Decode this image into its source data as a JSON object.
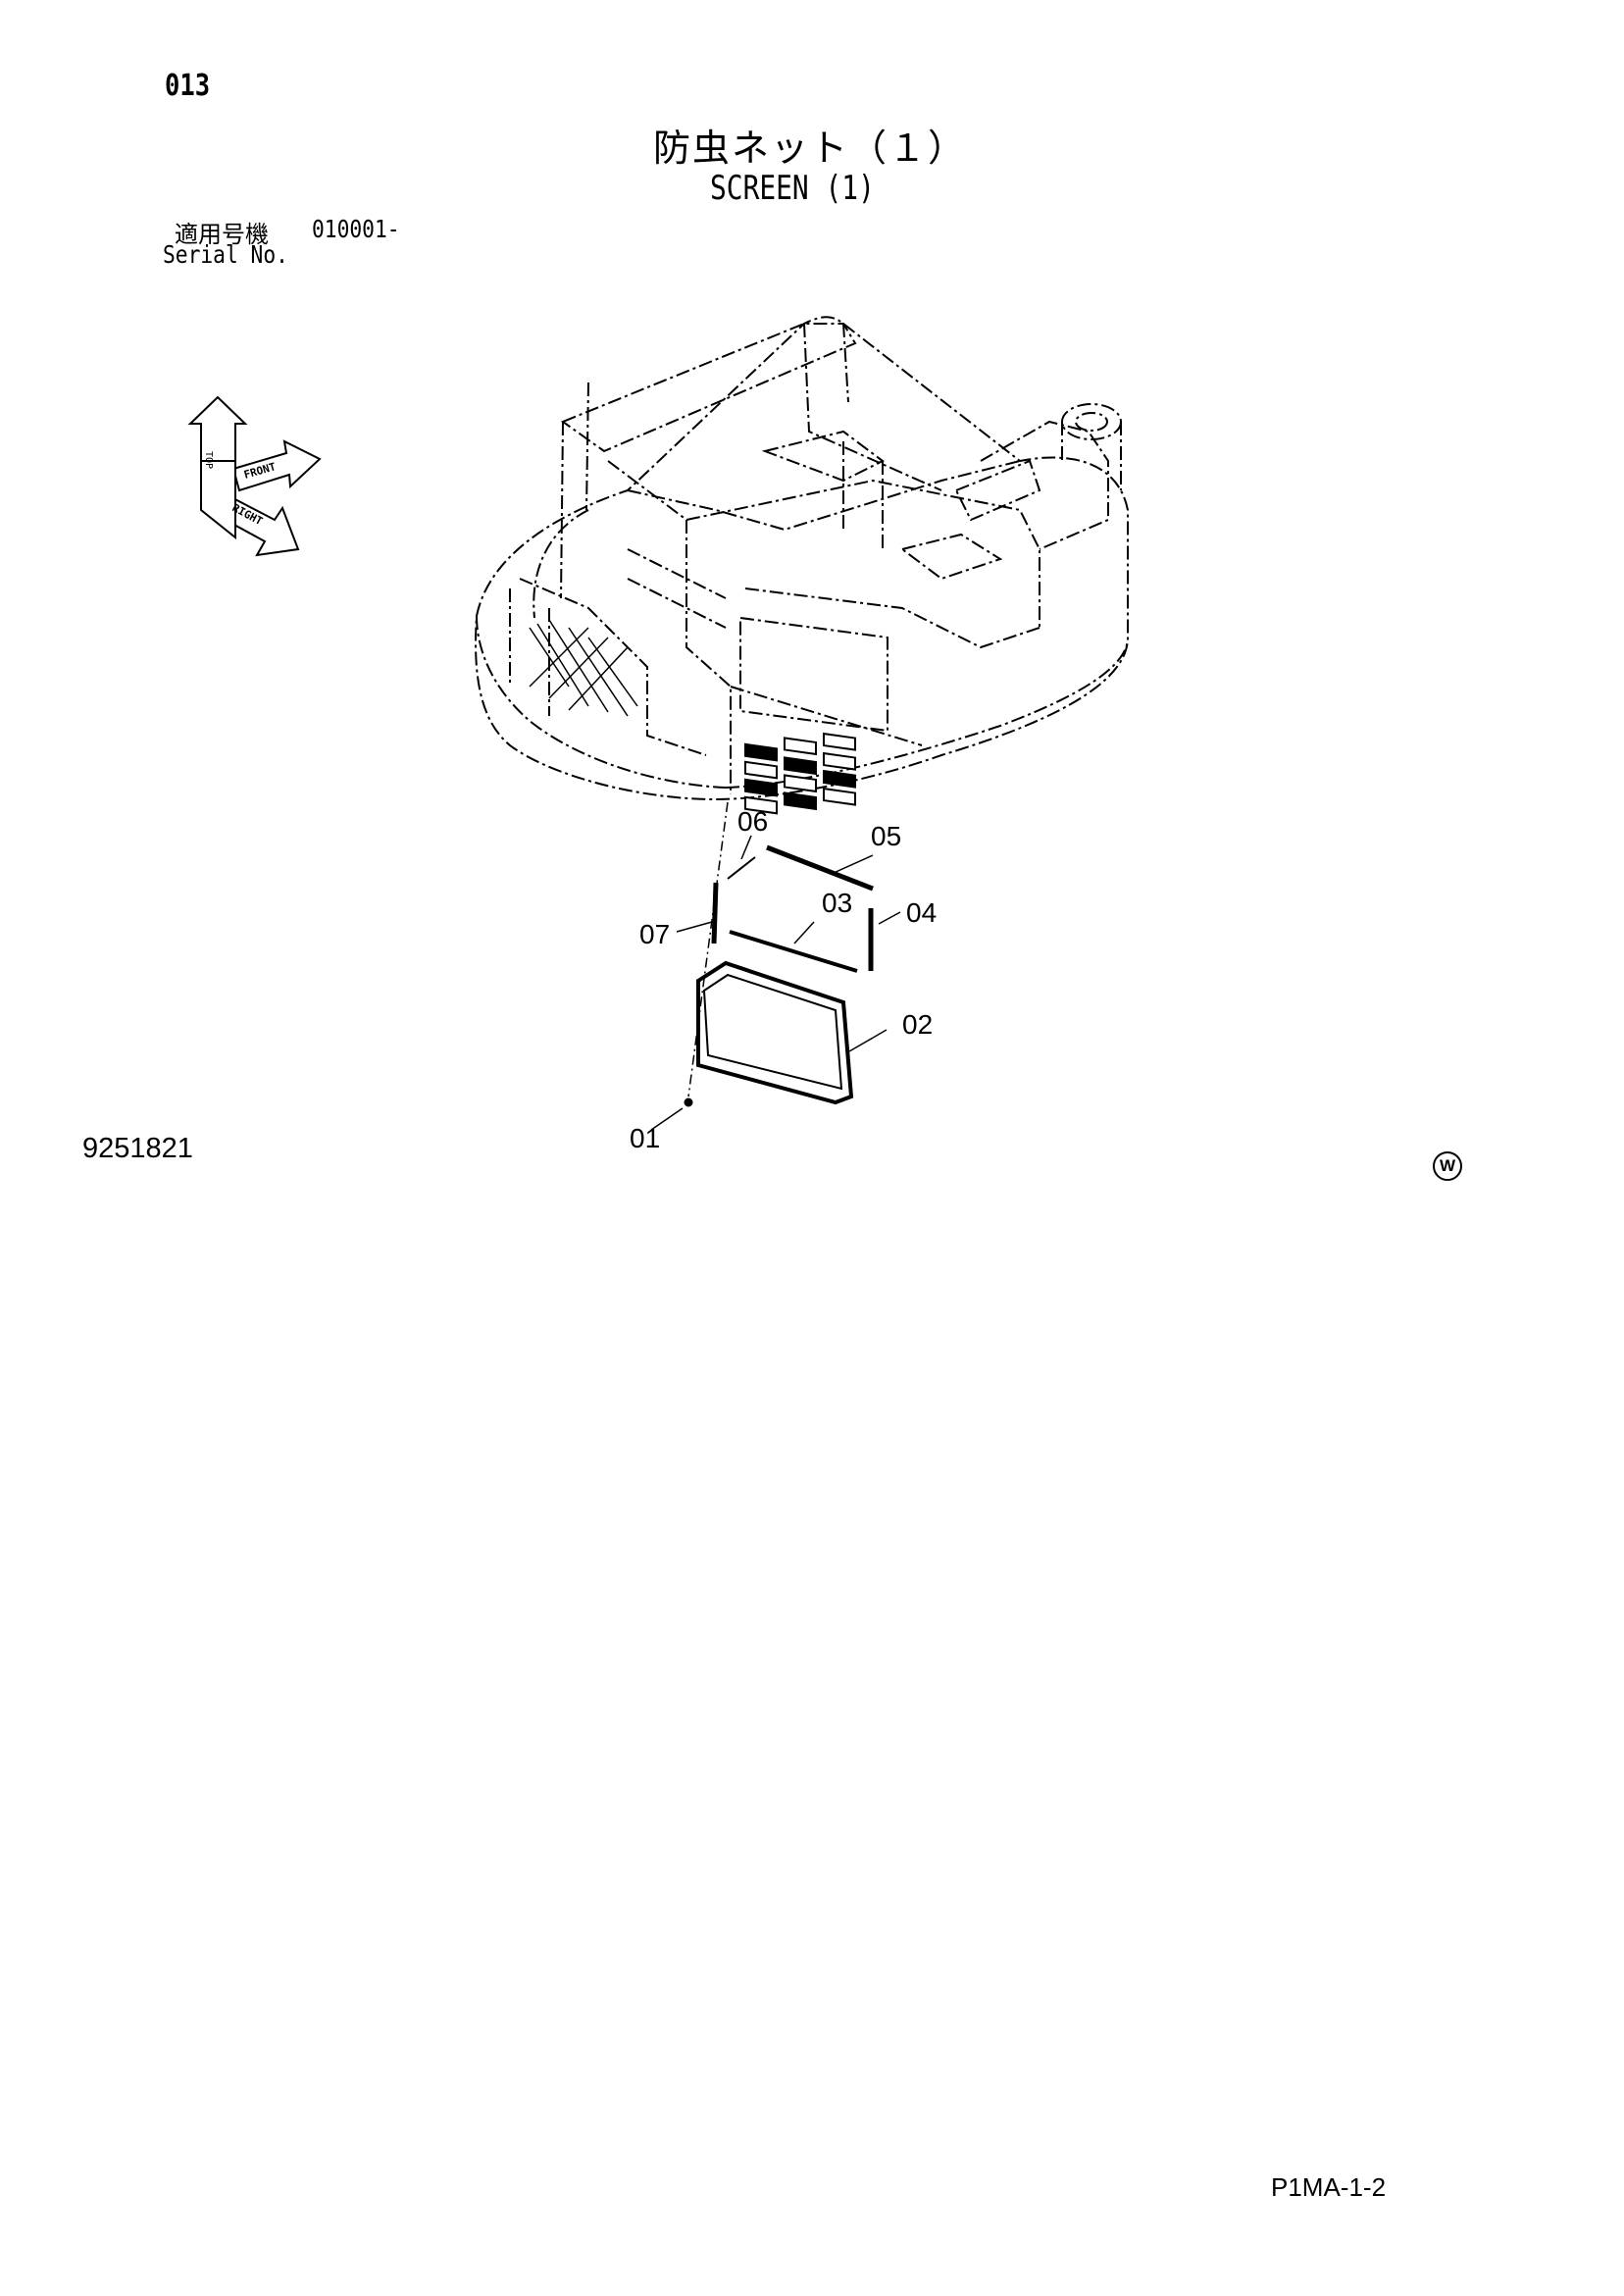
{
  "page_number": "013",
  "title": {
    "japanese": "防虫ネット（１）",
    "english": "SCREEN (1)"
  },
  "serial": {
    "label_jp": "適用号機",
    "value": "010001-",
    "label_en": "Serial No."
  },
  "orientation_icon": {
    "labels": [
      "TOP",
      "FRONT",
      "RIGHT"
    ]
  },
  "callouts": [
    "06",
    "05",
    "03",
    "04",
    "07",
    "02",
    "01"
  ],
  "drawing_number": "9251821",
  "mark": "W",
  "page_code": "P1MA-1-2"
}
